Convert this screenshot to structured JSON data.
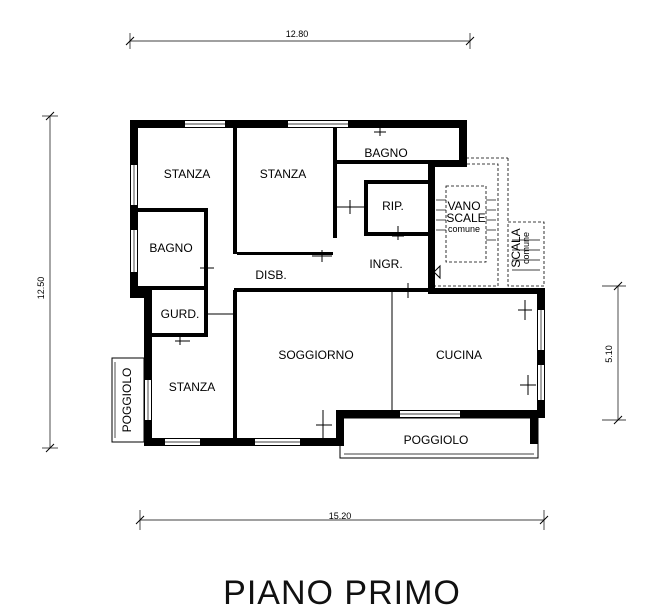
{
  "title": "PIANO PRIMO",
  "dimensions": {
    "top": "12.80",
    "left": "12.50",
    "right": "5.10",
    "bottom": "15.20"
  },
  "rooms": {
    "stanza_top_left": "STANZA",
    "stanza_top_center": "STANZA",
    "bagno_top": "BAGNO",
    "rip": "RIP.",
    "bagno_left": "BAGNO",
    "disb": "DISB.",
    "ingr": "INGR.",
    "gurd": "GURD.",
    "stanza_bottom_left": "STANZA",
    "soggiorno": "SOGGIORNO",
    "cucina": "CUCINA",
    "poggiolo_bottom": "POGGIOLO",
    "poggiolo_left": "POGGIOLO"
  },
  "stair": {
    "vano": "VANO",
    "scale": "SCALE",
    "comune_1": "comune",
    "scala": "SCALA",
    "comune_2": "comune"
  }
}
